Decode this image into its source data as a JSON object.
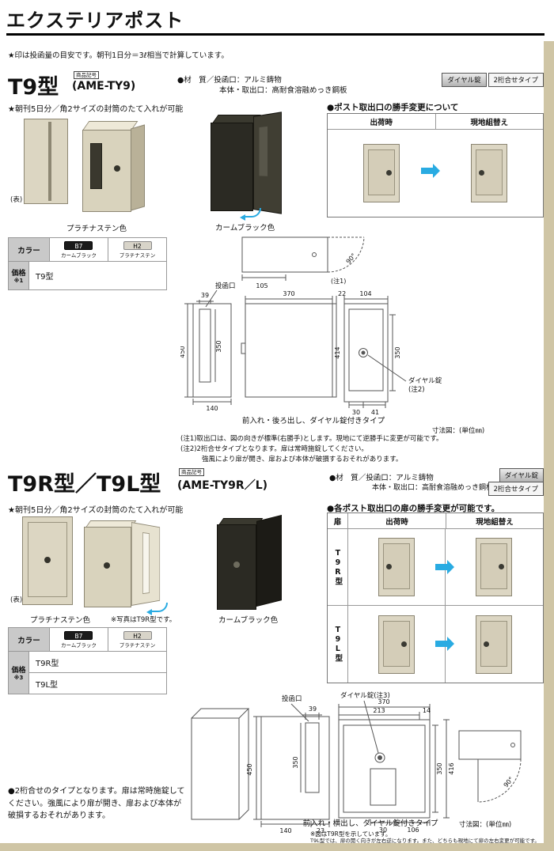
{
  "colors": {
    "edge_beige": "#cfc5a5",
    "arrow_blue": "#29abe2",
    "post_beige": "#d9d3bd",
    "post_black": "#2b2a23"
  },
  "header": {
    "title": "エクステリアポスト",
    "note": "★印は投函量の目安です。朝刊1日分＝3ℓ相当で計算しています。"
  },
  "s1": {
    "name": "T9型",
    "code_label": "商品記号",
    "code": "(AME-TY9)",
    "material1": "●材　質／投函口：アルミ鋳物",
    "material2": "本体・取出口：高耐食溶融めっき鋼板",
    "tag_dial": "ダイヤル錠",
    "tag_type": "2桁合せタイプ",
    "feature": "★朝刊5日分／角2サイズの封筒のたて入れが可能",
    "front_label": "(表)",
    "label_platinum": "プラチナステン色",
    "label_black": "カームブラック色",
    "panel": {
      "title": "●ポスト取出口の勝手変更について",
      "col_ship": "出荷時",
      "col_site": "現地組替え"
    },
    "table": {
      "color": "カラー",
      "b7": "B7",
      "b7_name": "カームブラック",
      "h2": "H2",
      "h2_name": "プラチナステン",
      "price": "価格",
      "price_note": "※1",
      "row1": "T9型"
    },
    "draw": {
      "slot": "投函口",
      "dial": "ダイヤル錠",
      "dial_note": "(注2)",
      "note1": "(注1)",
      "deg": "90°",
      "d105": "105",
      "d39": "39",
      "d450": "450",
      "d350a": "350",
      "d140": "140",
      "d370": "370",
      "d22": "22",
      "d104": "104",
      "d414": "414",
      "d350b": "350",
      "d30": "30",
      "d41": "41",
      "caption": "前入れ・後ろ出し、ダイヤル錠付きタイプ",
      "unit": "寸法図：(単位㎜)"
    },
    "notes": [
      "(注1)取出口は、図の向きが標準(右勝手)とします。現地にて逆勝手に変更が可能です。",
      "(注2)2桁合せタイプとなります。扉は常時施錠してください。",
      "強風により扉が開き、扉および本体が破損するおそれがあります。"
    ]
  },
  "s2": {
    "name": "T9R型／T9L型",
    "code_label": "商品記号",
    "code": "(AME-TY9R／L)",
    "material1": "●材　質／投函口：アルミ鋳物",
    "material2": "本体・取出口：高耐食溶融めっき鋼板",
    "tag_dial": "ダイヤル錠",
    "tag_type": "2桁合せタイプ",
    "feature": "★朝刊5日分／角2サイズの封筒のたて入れが可能",
    "front_label": "(表)",
    "label_platinum": "プラチナステン色",
    "photo_note": "※写真はT9R型です。",
    "label_black": "カームブラック色",
    "panel": {
      "title": "●各ポスト取出口の扉の勝手変更が可能です。",
      "door": "扉",
      "col_ship": "出荷時",
      "col_site": "現地組替え",
      "row_r": "T9R型",
      "row_l": "T9L型"
    },
    "table": {
      "color": "カラー",
      "b7": "B7",
      "b7_name": "カームブラック",
      "h2": "H2",
      "h2_name": "プラチナステン",
      "price": "価格",
      "price_note": "※3",
      "row1": "T9R型",
      "row2": "T9L型"
    },
    "draw": {
      "slot": "投函口",
      "dial": "ダイヤル錠(注3)",
      "deg": "90°",
      "d39": "39",
      "d450": "450",
      "d350a": "350",
      "d140": "140",
      "d23": "23",
      "d370": "370",
      "d213": "213",
      "d14": "14",
      "d30": "30",
      "d106": "106",
      "d350b": "350",
      "d416": "416",
      "caption": "前入れ・横出し、ダイヤル錠付きタイプ",
      "unit": "寸法図：(単位㎜)"
    },
    "note_left": "●2桁合せのタイプとなります。扉は常時施錠してください。強風により扉が開き、扉および本体が破損するおそれがあります。",
    "note_right1": "※図はT9R型を示しています。",
    "note_right2": "T9L型では、扉の開く向きが左右逆になります。また、どちらも現地にて扉の左右変更が可能です。"
  }
}
